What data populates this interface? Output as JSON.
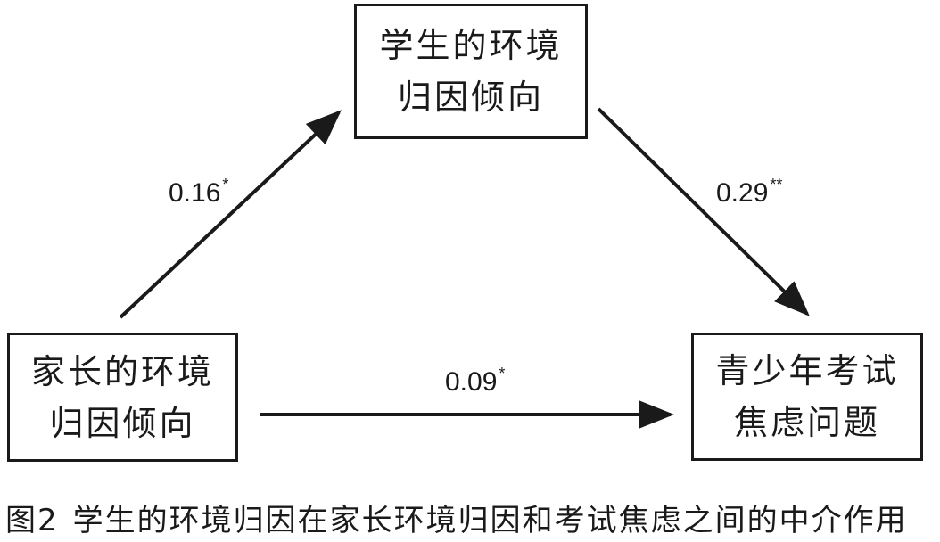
{
  "diagram": {
    "nodes": {
      "mediator": {
        "line1": "学生的环境",
        "line2": "归因倾向"
      },
      "predictor": {
        "line1": "家长的环境",
        "line2": "归因倾向"
      },
      "outcome": {
        "line1": "青少年考试",
        "line2": "焦虑问题"
      }
    },
    "paths": {
      "a": {
        "value": "0.16",
        "sig": "*"
      },
      "b": {
        "value": "0.29",
        "sig": "**"
      },
      "c": {
        "value": "0.09",
        "sig": "*"
      }
    }
  },
  "caption": {
    "number": "图2",
    "text": "学生的环境归因在家长环境归因和考试焦虑之间的中介作用"
  }
}
